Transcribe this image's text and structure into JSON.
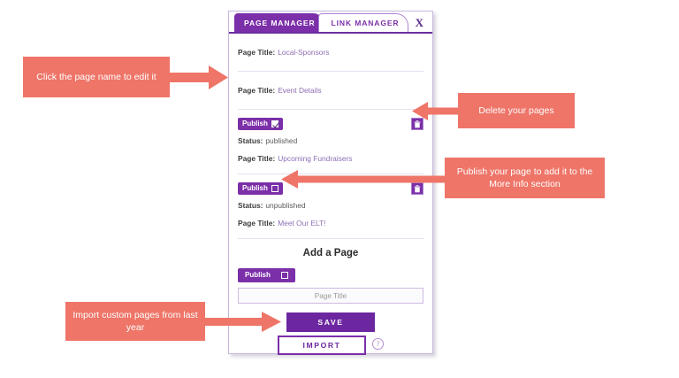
{
  "panel": {
    "tabs": [
      {
        "label": "PAGE MANAGER",
        "active": true
      },
      {
        "label": "LINK MANAGER",
        "active": false
      }
    ],
    "close_label": "X",
    "labels": {
      "page_title": "Page Title:",
      "status": "Status:",
      "publish": "Publish"
    },
    "pages": [
      {
        "page_title": "Local-Sponsors",
        "has_publish": false,
        "has_status": false,
        "has_delete": false
      },
      {
        "page_title": "Event Details",
        "has_publish": false,
        "has_status": false,
        "has_delete": false
      },
      {
        "page_title": "Upcoming Fundraisers",
        "status": "published",
        "publish_label": "Publish",
        "checked": true,
        "has_publish": true,
        "has_status": true,
        "has_delete": true
      },
      {
        "page_title": "Meet Our ELT!",
        "status": "unpublished",
        "publish_label": "Publish",
        "checked": false,
        "has_publish": true,
        "has_status": true,
        "has_delete": true
      }
    ],
    "add_page": {
      "heading": "Add a Page",
      "publish_label": "Publish",
      "checked": false,
      "input_placeholder": "Page Title",
      "input_value": "",
      "save_label": "SAVE",
      "import_label": "IMPORT",
      "help_label": "?"
    }
  },
  "callouts": [
    {
      "id": "edit-name",
      "text": "Click the page name to edit it"
    },
    {
      "id": "delete-pages",
      "text": "Delete your pages"
    },
    {
      "id": "publish-page",
      "text": "Publish your page to add it to the More Info section"
    },
    {
      "id": "import-pages",
      "text": "Import custom pages from last year"
    }
  ],
  "colors": {
    "accent_purple": "#7b2fa8",
    "callout_red": "#ee7568",
    "link_purple": "#8d6fb5"
  }
}
